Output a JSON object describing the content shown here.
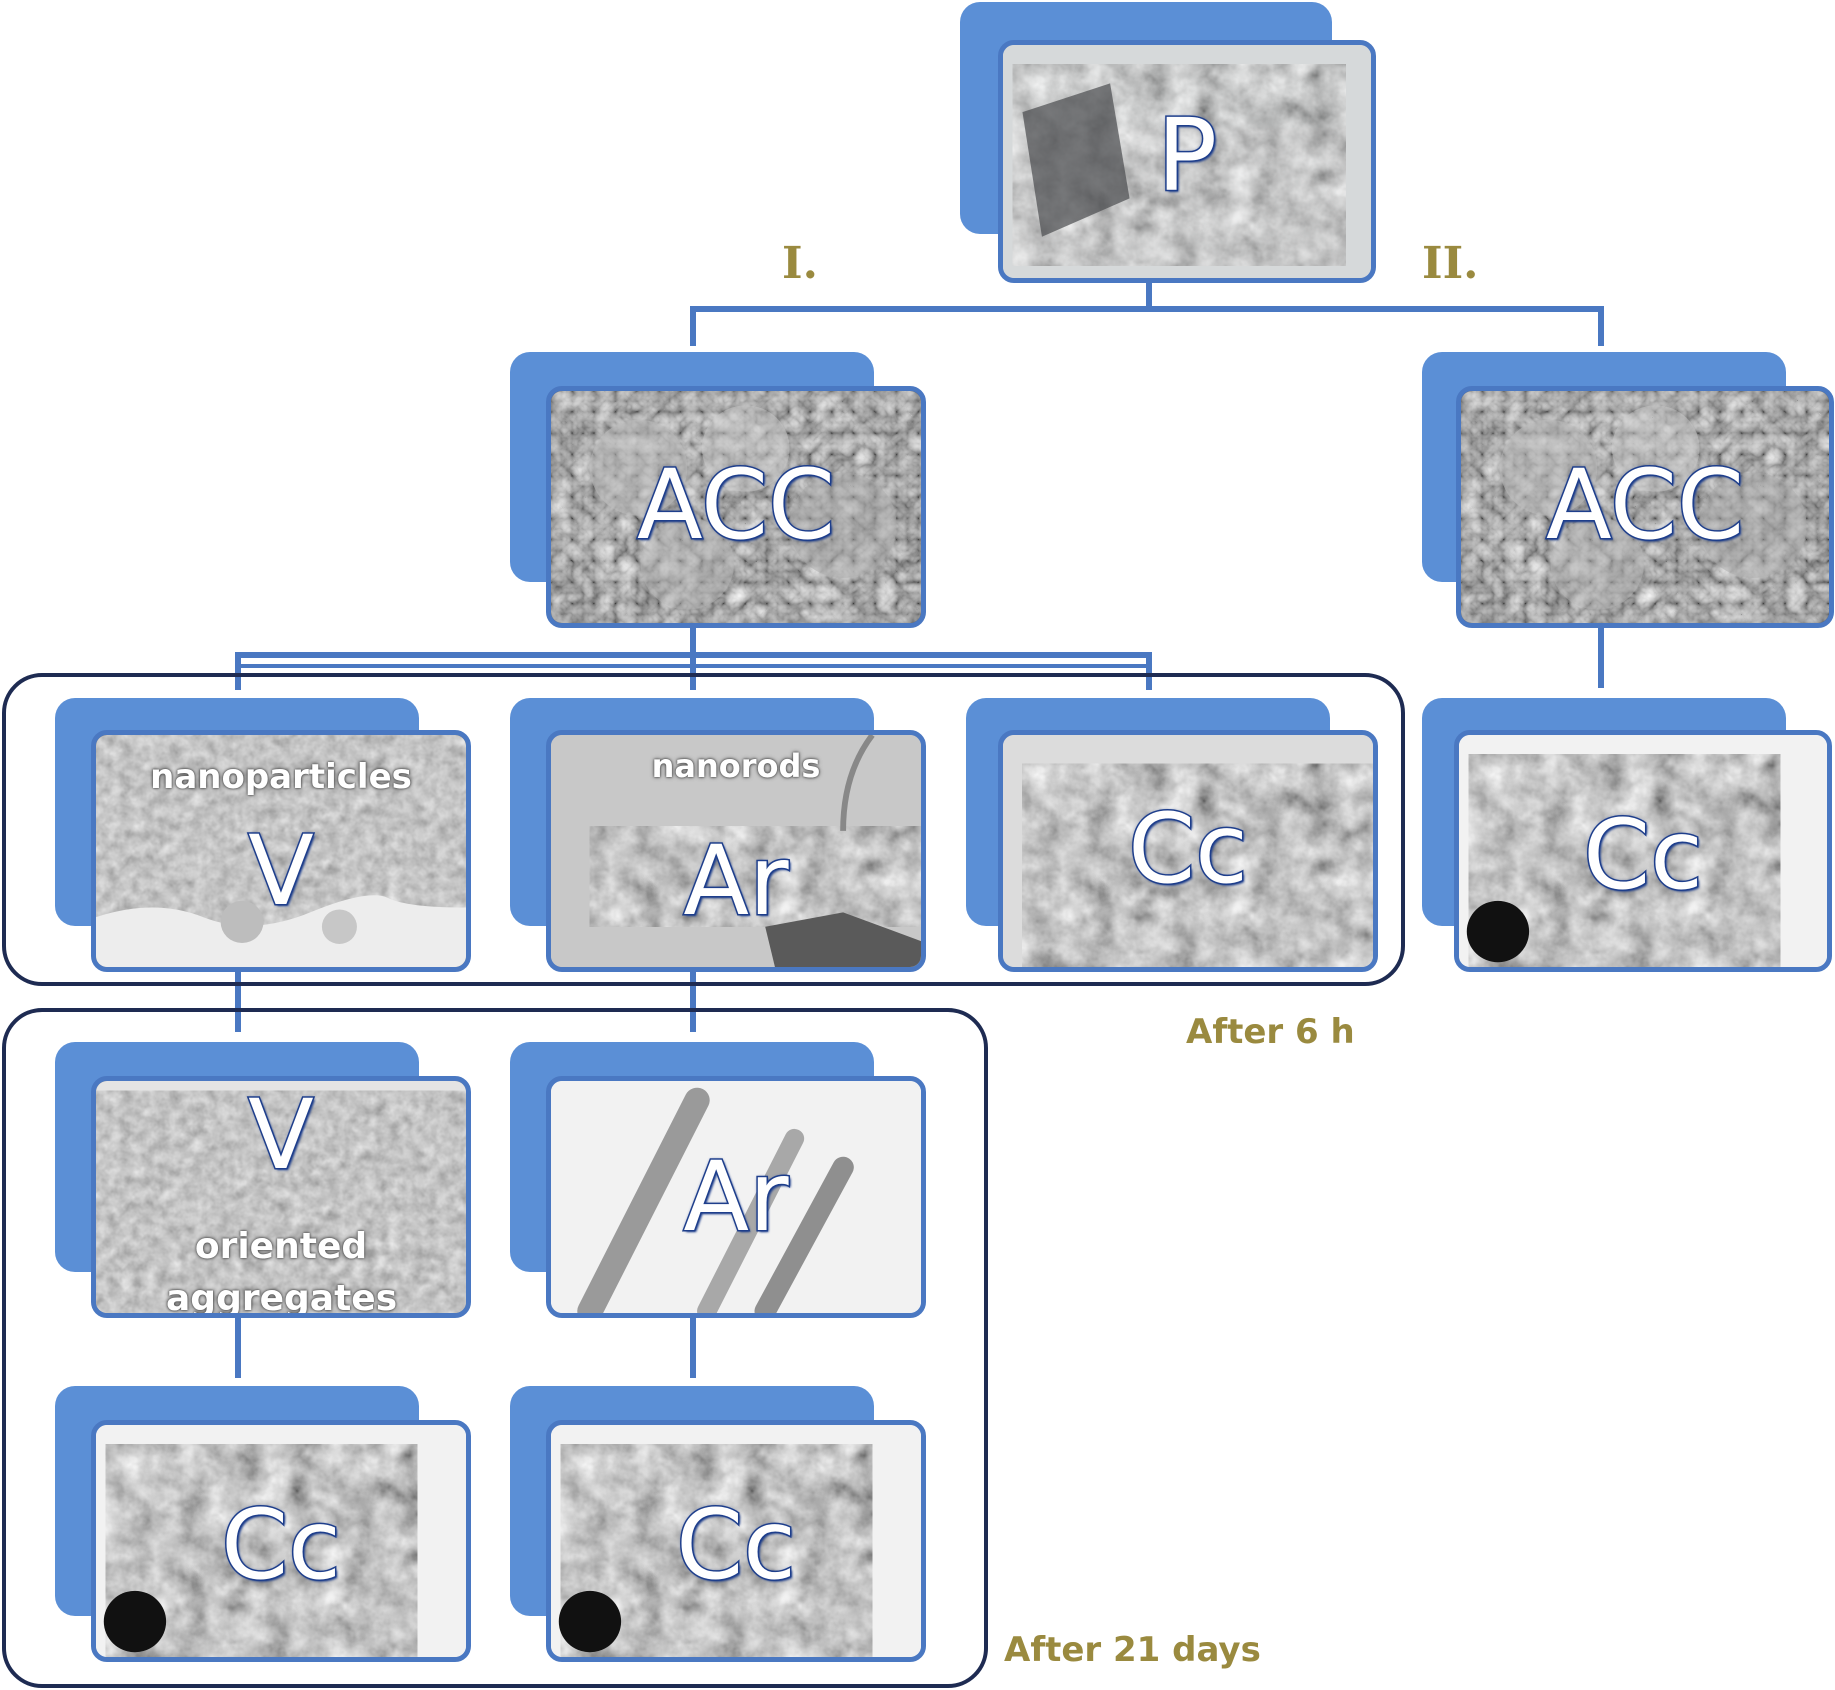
{
  "pathways": {
    "one": "I.",
    "two": "II."
  },
  "nodes": {
    "root": {
      "label": "P"
    },
    "acc_one": {
      "label": "ACC"
    },
    "acc_two": {
      "label": "ACC"
    },
    "v_6h": {
      "label": "V",
      "sublabel": "nanoparticles"
    },
    "ar_6h": {
      "label": "Ar",
      "sublabel": "nanorods"
    },
    "cc_6h": {
      "label": "Cc"
    },
    "cc_two": {
      "label": "Cc"
    },
    "v_21d": {
      "label": "V",
      "sublabel": "oriented aggregates"
    },
    "ar_21d": {
      "label": "Ar"
    },
    "cc_v_21d": {
      "label": "Cc"
    },
    "cc_ar_21d": {
      "label": "Cc"
    }
  },
  "groups": {
    "after_6h": "After 6 h",
    "after_21d": "After 21 days"
  },
  "colors": {
    "connector": "#4a78c2",
    "card_back": "#5b8fd6",
    "frame": "#1e2b52",
    "annotation": "#9a8a3f"
  }
}
